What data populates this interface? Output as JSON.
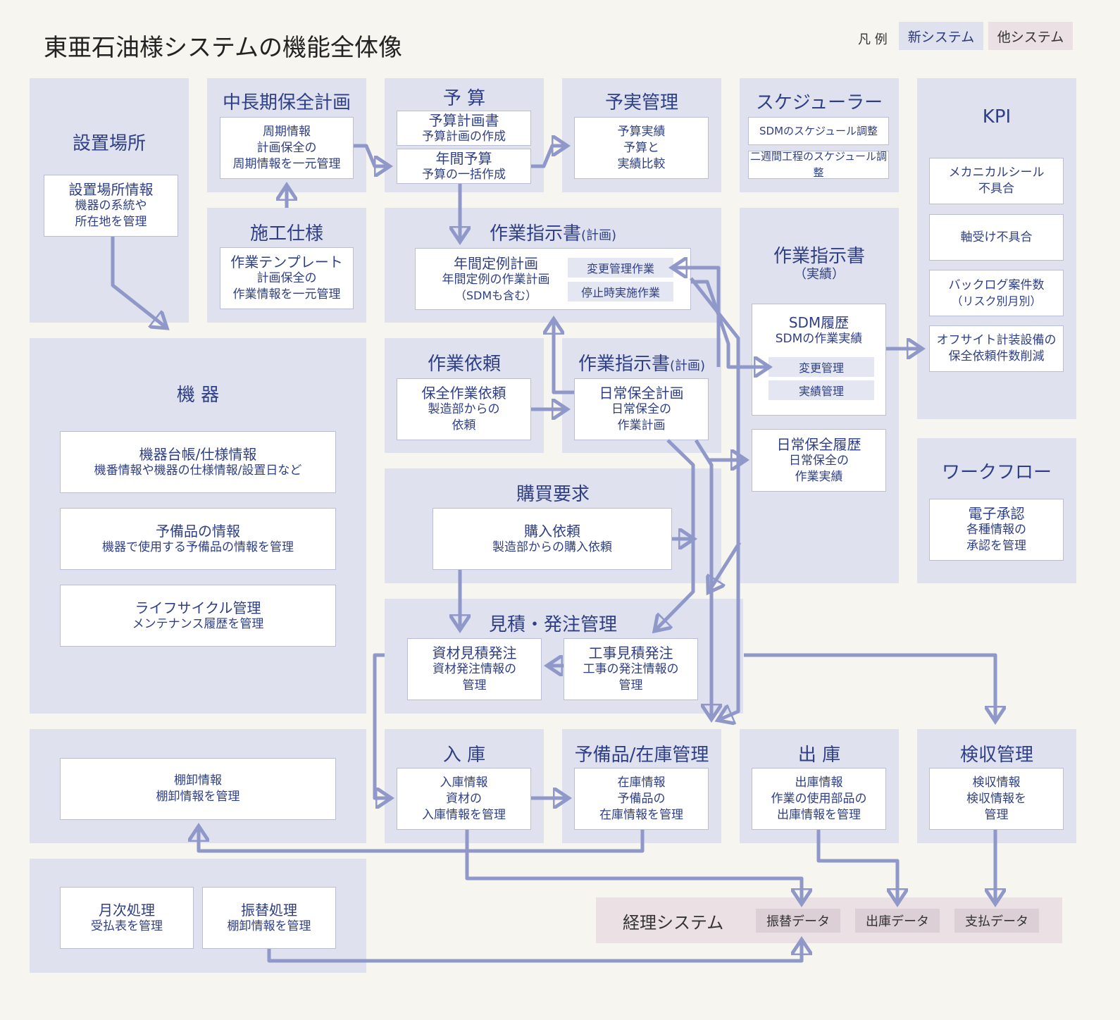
{
  "title": "東亜石油様システムの機能全体像",
  "legend": {
    "label": "凡 例",
    "new": "新システム",
    "other": "他システム"
  },
  "colors": {
    "new_panel": "#dfe1ee",
    "other_panel": "#ebe0e4",
    "arrow": "#8f98c9",
    "text": "#2f3f85"
  },
  "location": {
    "title": "設置場所",
    "box": [
      "設置場所情報",
      "機器の系統や",
      "所在地を管理"
    ]
  },
  "long_plan": {
    "title": "中長期保全計画",
    "box": [
      "周期情報",
      "計画保全の",
      "周期情報を一元管理"
    ]
  },
  "spec": {
    "title": "施工仕様",
    "box": [
      "作業テンプレート",
      "計画保全の",
      "作業情報を一元管理"
    ]
  },
  "budget": {
    "title": "予 算",
    "box1": [
      "予算計画書",
      "予算計画の作成"
    ],
    "box2": [
      "年間予算",
      "予算の一括作成"
    ]
  },
  "actual": {
    "title": "予実管理",
    "box": [
      "予算実績",
      "予算と",
      "実績比較"
    ]
  },
  "scheduler": {
    "title": "スケジューラー",
    "item1": "SDMのスケジュール調整",
    "item2": "二週間工程のスケジュール調整"
  },
  "kpi": {
    "title": "KPI",
    "items": [
      [
        "メカニカルシール",
        "不具合"
      ],
      [
        "軸受け不具合"
      ],
      [
        "バックログ案件数",
        "（リスク別月別）"
      ],
      [
        "オフサイト計装設備の",
        "保全依頼件数削減"
      ]
    ]
  },
  "wo_plan": {
    "title": "作業指示書",
    "title_small": "(計画)",
    "box": [
      "年間定例計画",
      "年間定例の作業計画",
      "（SDMも含む）"
    ],
    "tag1": "変更管理作業",
    "tag2": "停止時実施作業"
  },
  "wo_result": {
    "title": "作業指示書",
    "title_sub": "（実績）",
    "sdm": [
      "SDM履歴",
      "SDMの作業実績"
    ],
    "tag1": "変更管理",
    "tag2": "実績管理",
    "daily": [
      "日常保全履歴",
      "日常保全の",
      "作業実績"
    ]
  },
  "request": {
    "title": "作業依頼",
    "box": [
      "保全作業依頼",
      "製造部からの",
      "依頼"
    ]
  },
  "wo_daily": {
    "title": "作業指示書",
    "title_small": "(計画)",
    "box": [
      "日常保全計画",
      "日常保全の",
      "作業計画"
    ]
  },
  "equipment": {
    "title": "機 器",
    "items": [
      [
        "機器台帳/仕様情報",
        "機番情報や機器の仕様情報/設置日など"
      ],
      [
        "予備品の情報",
        "機器で使用する予備品の情報を管理"
      ],
      [
        "ライフサイクル管理",
        "メンテナンス履歴を管理"
      ]
    ]
  },
  "purchase": {
    "title": "購買要求",
    "box": [
      "購入依頼",
      "製造部からの購入依頼"
    ]
  },
  "workflow": {
    "title": "ワークフロー",
    "box": [
      "電子承認",
      "各種情報の",
      "承認を管理"
    ]
  },
  "estimate": {
    "title": "見積・発注管理",
    "box1": [
      "資材見積発注",
      "資材発注情報の",
      "管理"
    ],
    "box2": [
      "工事見積発注",
      "工事の発注情報の",
      "管理"
    ]
  },
  "inventory_take": {
    "box": [
      "棚卸情報",
      "棚卸情報を管理"
    ]
  },
  "receiving": {
    "title": "入 庫",
    "box": [
      "入庫情報",
      "資材の",
      "入庫情報を管理"
    ]
  },
  "stock": {
    "title": "予備品/在庫管理",
    "box": [
      "在庫情報",
      "予備品の",
      "在庫情報を管理"
    ]
  },
  "shipping": {
    "title": "出 庫",
    "box": [
      "出庫情報",
      "作業の使用部品の",
      "出庫情報を管理"
    ]
  },
  "inspection": {
    "title": "検収管理",
    "box": [
      "検収情報",
      "検収情報を",
      "管理"
    ]
  },
  "monthly": {
    "box1": [
      "月次処理",
      "受払表を管理"
    ],
    "box2": [
      "振替処理",
      "棚卸情報を管理"
    ]
  },
  "accounting": {
    "title": "経理システム",
    "tags": [
      "振替データ",
      "出庫データ",
      "支払データ"
    ]
  }
}
